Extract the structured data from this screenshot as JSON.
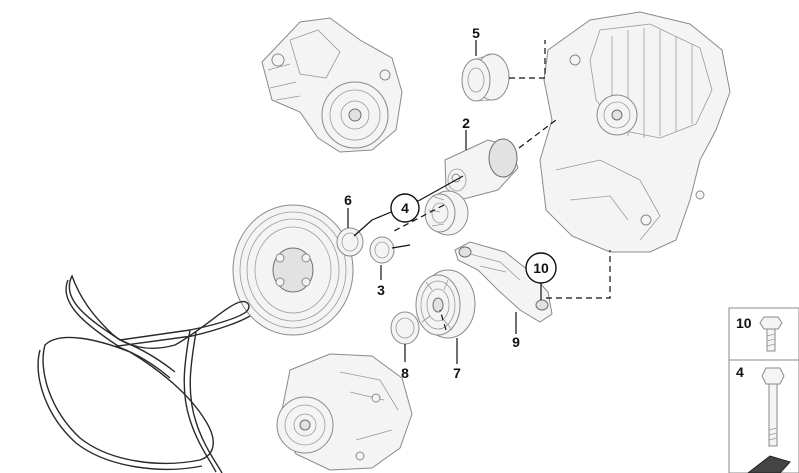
{
  "callouts": {
    "c2": "2",
    "c3": "3",
    "c4": "4",
    "c5": "5",
    "c6": "6",
    "c7": "7",
    "c8": "8",
    "c9": "9",
    "c10": "10"
  },
  "legend": {
    "item1": "10",
    "item2": "4"
  }
}
